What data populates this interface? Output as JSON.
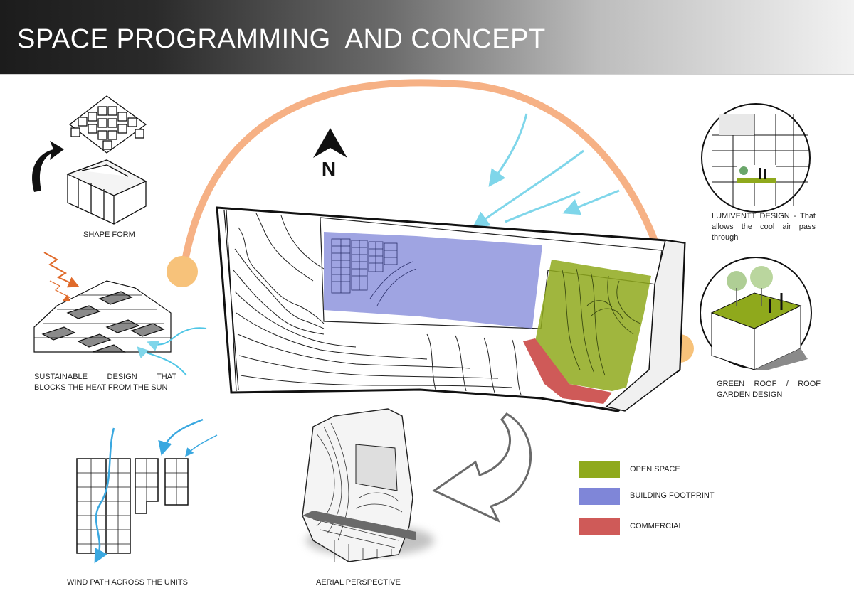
{
  "header": {
    "title": "SPACE PROGRAMMING  AND CONCEPT"
  },
  "captions": {
    "shape_form": "SHAPE FORM",
    "sustainable_line1": "SUSTAINABLE DESIGN THAT",
    "sustainable_line2": "BLOCKS THE HEAT FROM THE SUN",
    "wind_path": "WIND PATH ACROSS THE UNITS",
    "aerial": "AERIAL PERSPECTIVE",
    "lumiventt_line1": "LUMIVENTT DESIGN - That",
    "lumiventt_line2": "allows the cool air pass",
    "lumiventt_line3": "through",
    "green_roof_line1": "GREEN ROOF / ROOF",
    "green_roof_line2": "GARDEN DESIGN"
  },
  "compass": {
    "letter": "N"
  },
  "legend": [
    {
      "label": "OPEN SPACE",
      "color": "#8fa91c"
    },
    {
      "label": "BUILDING FOOTPRINT",
      "color": "#7f86d8"
    },
    {
      "label": "COMMERCIAL",
      "color": "#cf5a58"
    }
  ],
  "colors": {
    "sun_arc": "#f5a878",
    "sun_dot": "#f7c27a",
    "wind_arrow": "#7fd6ea",
    "heat_arrow": "#e06a2a",
    "open_space": "#8fa91c",
    "building_footprint": "#7f86d8",
    "commercial": "#cf5a58"
  }
}
